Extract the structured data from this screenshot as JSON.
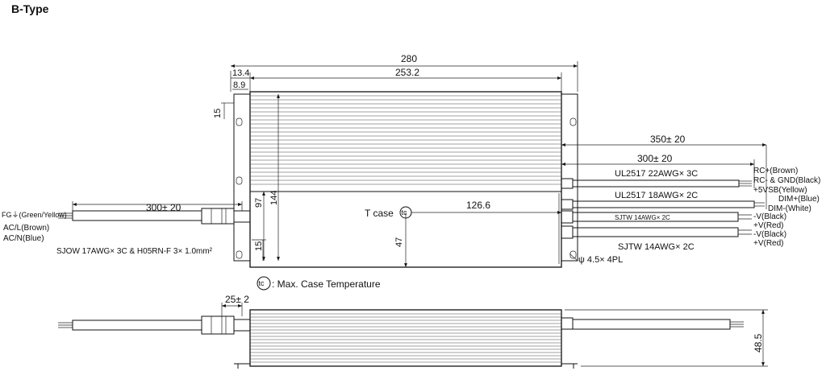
{
  "title": "B-Type",
  "dimensions": {
    "total_length": "280",
    "d_13_4": "13.4",
    "d_8_9": "8.9",
    "d_253_2": "253.2",
    "d_15_top": "15",
    "d_97": "97",
    "d_144": "144",
    "d_15_bottom": "15",
    "d_47": "47",
    "d_126_6": "126.6",
    "d_350": "350± 20",
    "d_300_right": "300± 20",
    "d_300_left": "300± 20",
    "d_25": "25± 2",
    "d_48_5": "48.5"
  },
  "labels": {
    "t_case": "T case",
    "tc_symbol": "tc",
    "tc_legend": ": Max. Case Temperature",
    "mounting_hole": "ψ 4.5× 4PL"
  },
  "input": {
    "fg": "FG⏚(Green/Yellow)",
    "acl": "AC/L(Brown)",
    "acn": "AC/N(Blue)",
    "cable": "SJOW 17AWG× 3C & H05RN-F 3× 1.0mm²"
  },
  "output": {
    "cable_a": "UL2517 22AWG× 3C",
    "cable_b": "UL2517 18AWG× 2C",
    "cable_c": "SJTW 14AWG× 2C",
    "cable_d": "SJTW 14AWG× 2C",
    "rc_plus": "RC+(Brown)",
    "rc_gnd": "RC- & GND(Black)",
    "v5": "+5VSB(Yellow)",
    "dim_plus": "DIM+(Blue)",
    "dim_minus": "DIM-(White)",
    "v_black_1": "-V(Black)",
    "v_red_1": "+V(Red)",
    "v_black_2": "-V(Black)",
    "v_red_2": "+V(Red)"
  }
}
